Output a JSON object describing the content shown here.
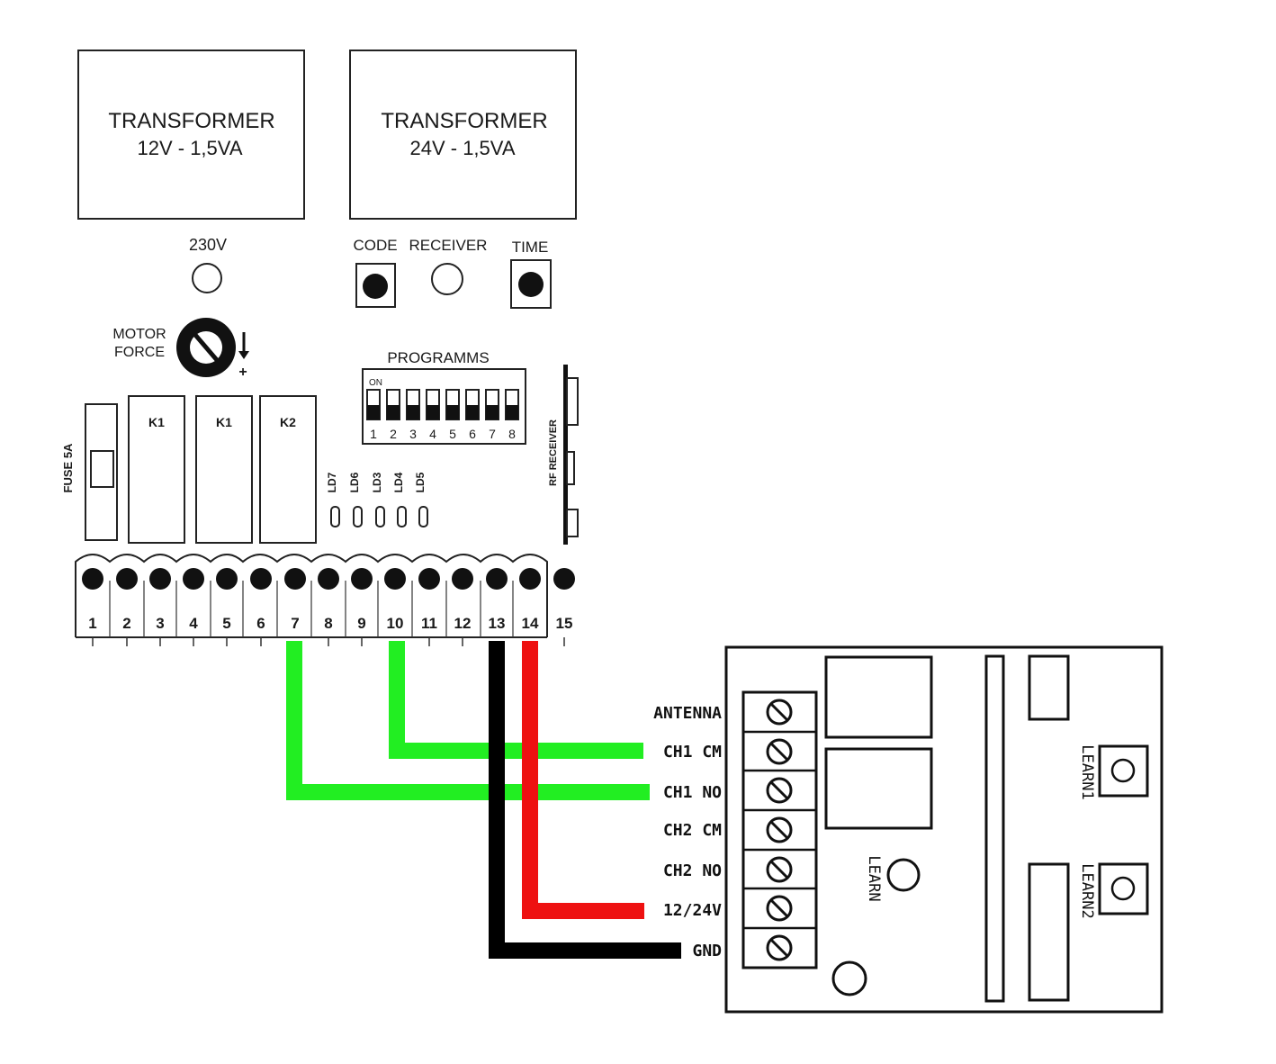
{
  "board": {
    "transformer_12": {
      "title": "TRANSFORMER",
      "rating": "12V - 1,5VA"
    },
    "transformer_24": {
      "title": "TRANSFORMER",
      "rating": "24V - 1,5VA"
    },
    "led_230": "230V",
    "code": "CODE",
    "receiver": "RECEIVER",
    "time": "TIME",
    "motor_force": [
      "MOTOR",
      "FORCE"
    ],
    "programms": "PROGRAMMS",
    "dip_on": "ON",
    "dip_numbers": [
      "1",
      "2",
      "3",
      "4",
      "5",
      "6",
      "7",
      "8"
    ],
    "rf_receiver": "RF RECEIVER",
    "fuse": "FUSE 5A",
    "relays": [
      "K1",
      "K1",
      "K2"
    ],
    "leds": [
      "LD7",
      "LD6",
      "LD3",
      "LD4",
      "LD5"
    ],
    "terminals": [
      "1",
      "2",
      "3",
      "4",
      "5",
      "6",
      "7",
      "8",
      "9",
      "10",
      "11",
      "12",
      "13",
      "14",
      "15"
    ]
  },
  "module": {
    "terminals": [
      "ANTENNA",
      "CH1 CM",
      "CH1 NO",
      "CH2 CM",
      "CH2 NO",
      "12/24V",
      "GND"
    ],
    "learn": "LEARN",
    "learn1": "LEARN1",
    "learn2": "LEARN2"
  },
  "wires": [
    {
      "from": "7",
      "to": "CH1 NO",
      "color": "#22ee22"
    },
    {
      "from": "10",
      "to": "CH1 CM",
      "color": "#22ee22"
    },
    {
      "from": "13",
      "to": "GND",
      "color": "#000000"
    },
    {
      "from": "14",
      "to": "12/24V",
      "color": "#ee1111"
    }
  ]
}
